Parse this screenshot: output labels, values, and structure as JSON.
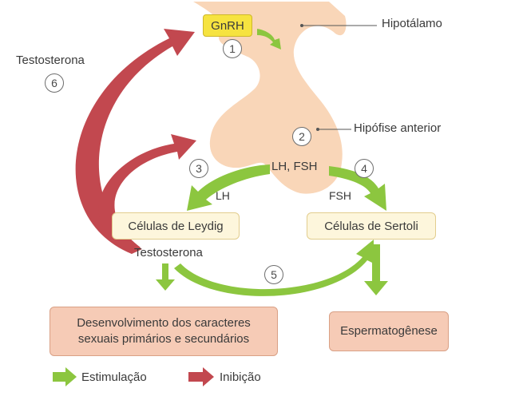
{
  "colors": {
    "stimulation": "#8cc63f",
    "inhibition": "#c2484f",
    "gland": "#f9d6b8",
    "cell_box": "#fdf6dc",
    "output_box": "#f6cbb6",
    "gnrh_box": "#f6e340"
  },
  "labels": {
    "hypothalamus": "Hipotálamo",
    "anterior_pituitary": "Hipófise anterior",
    "gnrh": "GnRH",
    "lh_fsh": "LH, FSH",
    "lh": "LH",
    "fsh": "FSH",
    "testosterone_feedback": "Testosterona",
    "testosterone_source": "Testosterona",
    "leydig": "Células de Leydig",
    "sertoli": "Células de Sertoli",
    "development": "Desenvolvimento dos caracteres sexuais primários e secundários",
    "spermatogenesis": "Espermatogênese"
  },
  "steps": [
    "1",
    "2",
    "3",
    "4",
    "5",
    "6"
  ],
  "legend": {
    "stimulation": "Estimulação",
    "inhibition": "Inibição"
  }
}
